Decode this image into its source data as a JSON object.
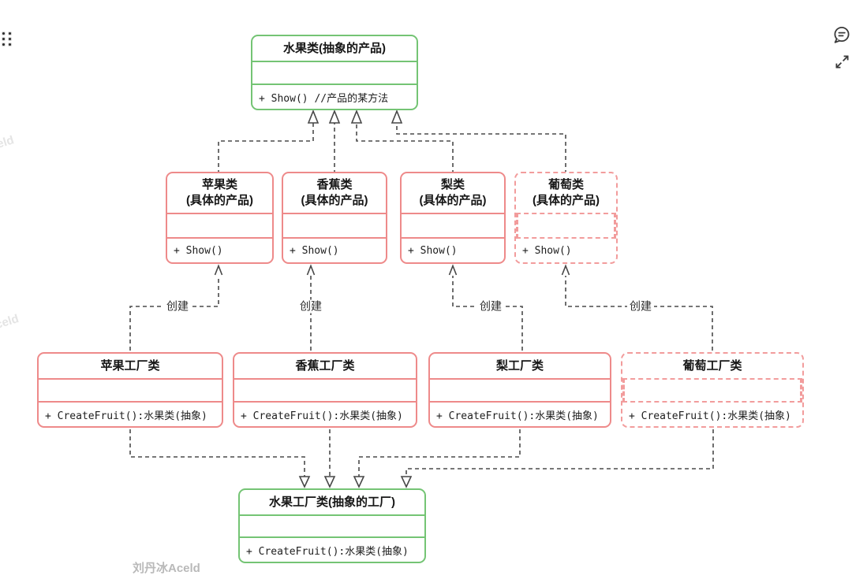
{
  "diagram": {
    "colors": {
      "abstract_border": "#74c474",
      "concrete_border": "#ee8a8a",
      "planned_border": "#f29c9c",
      "connector": "#4a4a4a"
    },
    "classes": {
      "fruit_abstract": {
        "title": "水果类(抽象的产品)",
        "method": "+ Show() //产品的某方法"
      },
      "apple_product": {
        "title": "苹果类",
        "subtitle": "(具体的产品)",
        "method": "+ Show()"
      },
      "banana_product": {
        "title": "香蕉类",
        "subtitle": "(具体的产品)",
        "method": "+ Show()"
      },
      "pear_product": {
        "title": "梨类",
        "subtitle": "(具体的产品)",
        "method": "+ Show()"
      },
      "grape_product": {
        "title": "葡萄类",
        "subtitle": "(具体的产品)",
        "method": "+ Show()"
      },
      "apple_factory": {
        "title": "苹果工厂类",
        "method": "+ CreateFruit():水果类(抽象)"
      },
      "banana_factory": {
        "title": "香蕉工厂类",
        "method": "+ CreateFruit():水果类(抽象)"
      },
      "pear_factory": {
        "title": "梨工厂类",
        "method": "+ CreateFruit():水果类(抽象)"
      },
      "grape_factory": {
        "title": "葡萄工厂类",
        "method": "+ CreateFruit():水果类(抽象)"
      },
      "fruit_factory_abstract": {
        "title": "水果工厂类(抽象的工厂)",
        "method": "+ CreateFruit():水果类(抽象)"
      }
    },
    "edge_labels": {
      "apple": "创建",
      "banana": "创建",
      "pear": "创建",
      "grape": "创建"
    },
    "watermark": {
      "main": "刘丹冰Aceld",
      "fragment_left_top": "eld",
      "fragment_left_mid": "celd"
    }
  },
  "icons": {
    "top_left": "drag-handle-dots",
    "top_right_comment": "comment-bubble",
    "top_right_expand": "expand-fullscreen"
  }
}
